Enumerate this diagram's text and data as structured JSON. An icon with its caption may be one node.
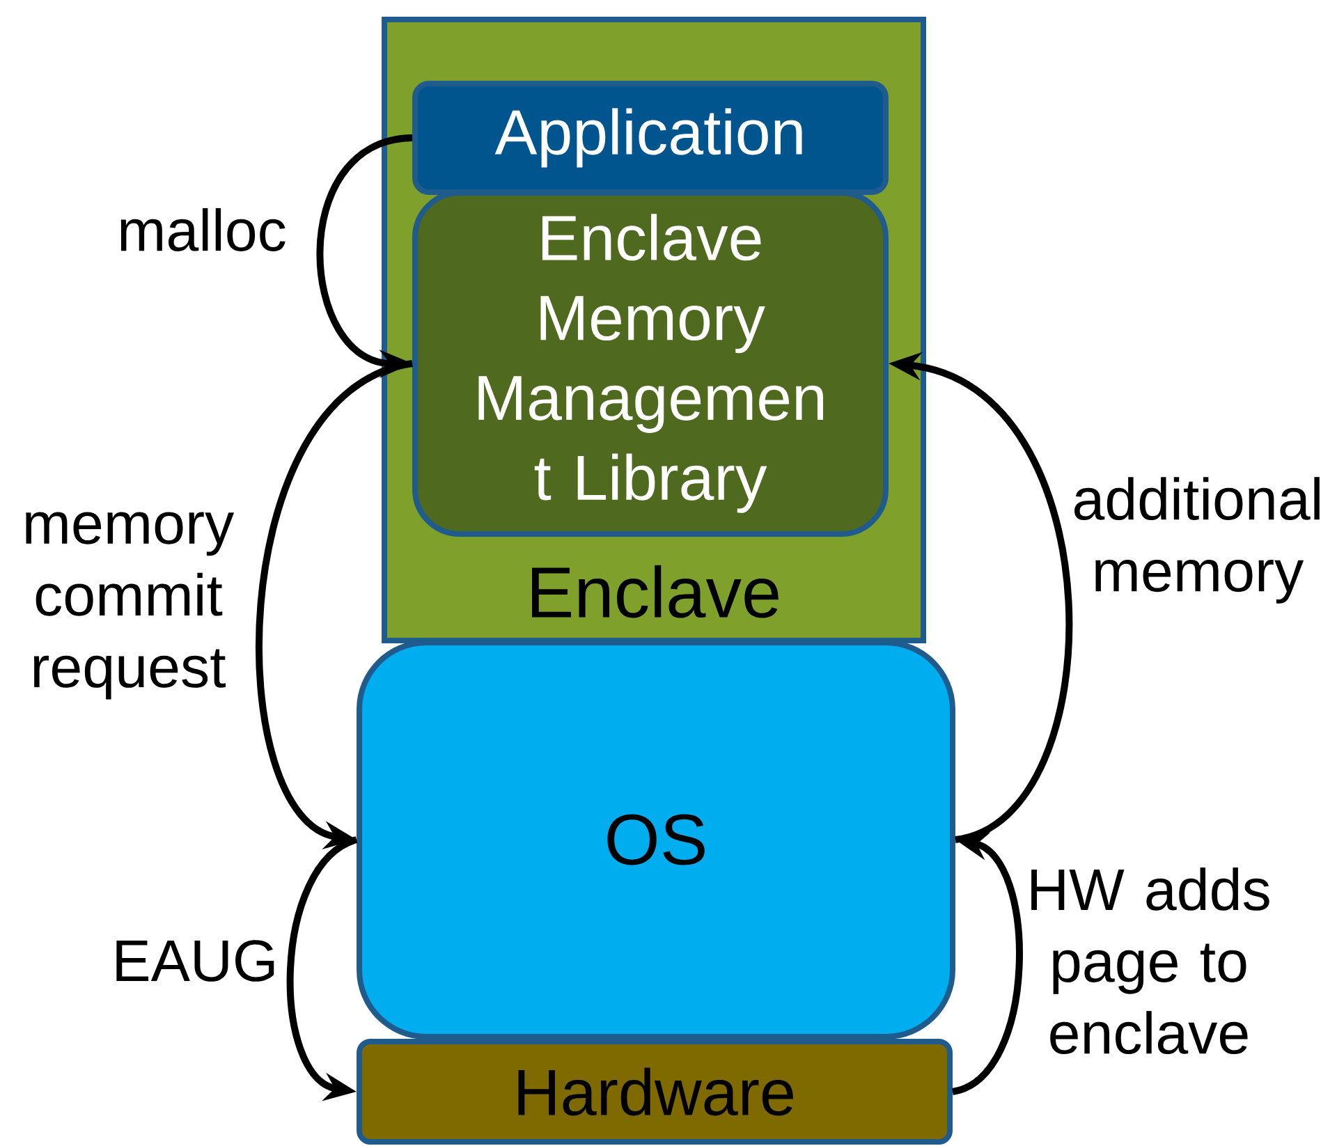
{
  "diagram": {
    "nodes": [
      {
        "text": [
          "Enclave"
        ]
      },
      {
        "text": [
          "Application"
        ],
        "in": 0
      },
      {
        "text": [
          "Enclave Memory Managemen t Library"
        ],
        "in": 0
      },
      {
        "text": [
          "OS"
        ]
      },
      {
        "text": [
          "Hardware"
        ]
      }
    ],
    "edges": [
      {
        "from": 1,
        "to": 2,
        "arrow": "to",
        "label": "malloc"
      },
      {
        "from": 2,
        "to": 3,
        "arrow": "to",
        "label": "memory commit request"
      },
      {
        "from": 3,
        "to": 4,
        "arrow": "to",
        "label": "EAUG"
      },
      {
        "from": 4,
        "to": 3,
        "arrow": "to",
        "label": "HW adds page to enclave"
      },
      {
        "from": 3,
        "to": 2,
        "arrow": "to",
        "label": "additional memory"
      }
    ]
  }
}
